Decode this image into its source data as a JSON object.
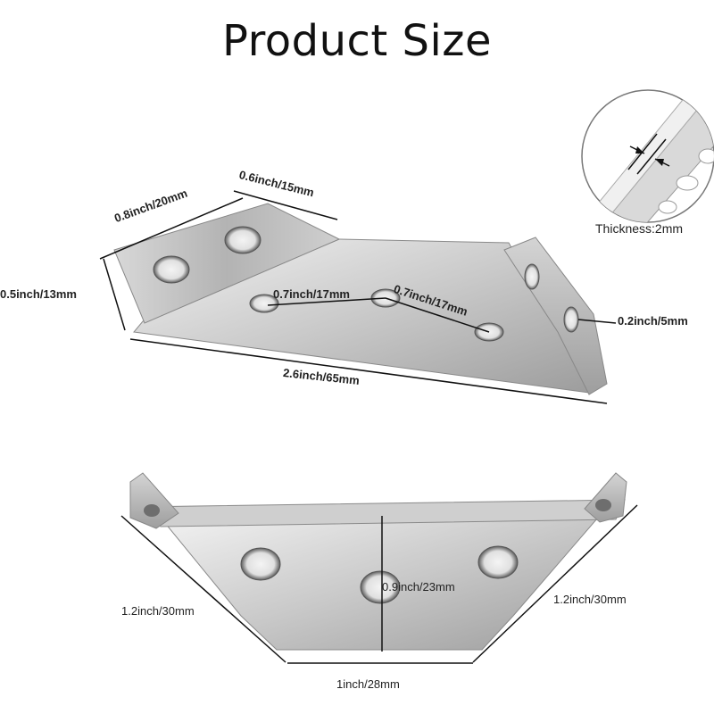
{
  "title": "Product Size",
  "thickness_label": "Thickness:2mm",
  "top_bracket": {
    "width_left": "0.8inch/20mm",
    "width_top": "0.6inch/15mm",
    "height_left": "0.5inch/13mm",
    "hole_spacing_1": "0.7inch/17mm",
    "hole_spacing_2": "0.7inch/17mm",
    "flange_right": "0.2inch/5mm",
    "length": "2.6inch/65mm"
  },
  "bottom_bracket": {
    "side_left": "1.2inch/30mm",
    "side_right": "1.2inch/30mm",
    "height": "0.9inch/23mm",
    "base": "1inch/28mm"
  },
  "colors": {
    "steel_light": "#e6e6e6",
    "steel_mid": "#bcbcbc",
    "steel_dark": "#8c8c8c",
    "hole_inner": "#5b5b5b"
  }
}
